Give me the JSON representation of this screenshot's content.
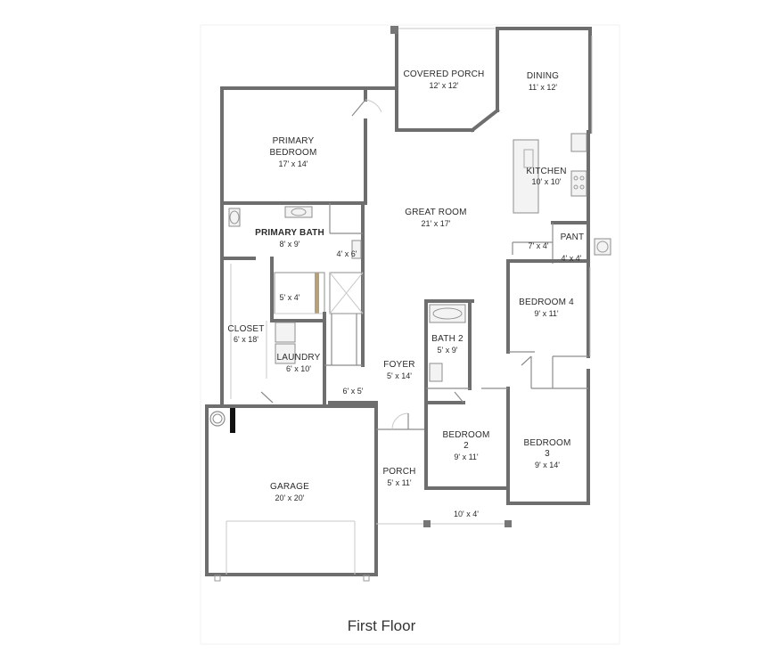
{
  "floor_label": "First Floor",
  "rooms": {
    "covered_porch": {
      "name": "COVERED PORCH",
      "dims": "12' x 12'"
    },
    "dining": {
      "name": "DINING",
      "dims": "11' x 12'"
    },
    "primary_bedroom": {
      "name_line1": "PRIMARY",
      "name_line2": "BEDROOM",
      "dims": "17' x 14'"
    },
    "kitchen": {
      "name": "KITCHEN",
      "dims": "10' x 10'"
    },
    "great_room": {
      "name": "GREAT ROOM",
      "dims": "21' x 17'"
    },
    "primary_bath": {
      "name": "PRIMARY BATH",
      "dims": "8' x 9'"
    },
    "pant": {
      "name": "PANT"
    },
    "closet_7x4": {
      "dims": "7' x 4'"
    },
    "closet_4x6": {
      "dims": "4' x 6'"
    },
    "closet_4x4": {
      "dims": "4' x 4'"
    },
    "shower_5x4": {
      "dims": "5' x 4'"
    },
    "bedroom_4": {
      "name": "BEDROOM 4",
      "dims": "9' x 11'"
    },
    "closet": {
      "name": "CLOSET",
      "dims": "6' x 18'"
    },
    "bath_2": {
      "name": "BATH 2",
      "dims": "5' x 9'"
    },
    "laundry": {
      "name": "LAUNDRY",
      "dims": "6' x 10'"
    },
    "foyer": {
      "name": "FOYER",
      "dims": "5' x 14'"
    },
    "closet_6x5": {
      "dims": "6' x 5'"
    },
    "bedroom_2": {
      "name_line1": "BEDROOM",
      "name_line2": "2",
      "dims": "9' x 11'"
    },
    "bedroom_3": {
      "name_line1": "BEDROOM",
      "name_line2": "3",
      "dims": "9' x 14'"
    },
    "porch": {
      "name": "PORCH",
      "dims": "5' x 11'"
    },
    "garage": {
      "name": "GARAGE",
      "dims": "20' x 20'"
    },
    "patio_10x4": {
      "dims": "10' x 4'"
    }
  }
}
